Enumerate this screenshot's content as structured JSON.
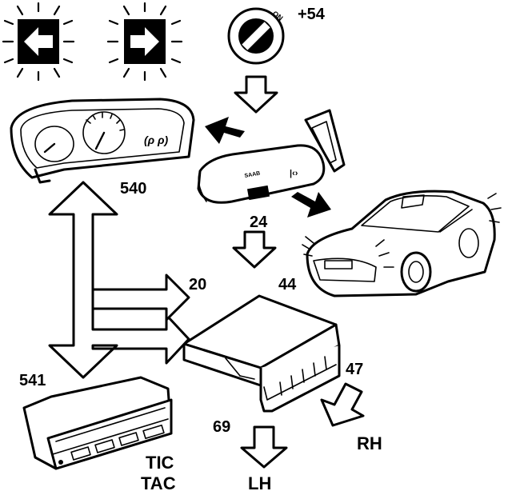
{
  "labels": {
    "plus54": "+54",
    "on": "ON",
    "l540": "540",
    "l24": "24",
    "l20": "20",
    "l44": "44",
    "l541": "541",
    "l47": "47",
    "l69": "69",
    "rh": "RH",
    "lh": "LH",
    "tic": "TIC",
    "tac": "TAC",
    "saab": "SAAB"
  },
  "colors": {
    "ink": "#000000",
    "paper": "#ffffff"
  },
  "icons": [
    "turn-left-indicator-icon",
    "turn-right-indicator-icon",
    "ignition-key-icon"
  ]
}
